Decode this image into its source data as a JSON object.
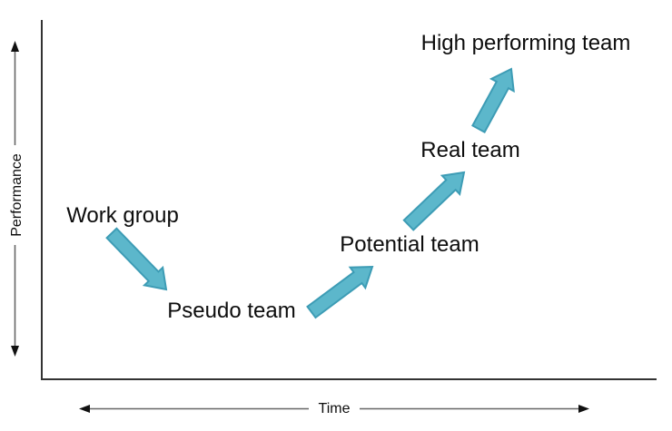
{
  "axes": {
    "y_label": "Performance",
    "x_label": "Time"
  },
  "stages": [
    {
      "id": "work-group",
      "label": "Work group"
    },
    {
      "id": "pseudo-team",
      "label": "Pseudo team"
    },
    {
      "id": "potential-team",
      "label": "Potential team"
    },
    {
      "id": "real-team",
      "label": "Real team"
    },
    {
      "id": "high-performing-team",
      "label": "High performing team"
    }
  ],
  "flow": [
    {
      "from": "Work group",
      "to": "Pseudo team",
      "trend": "down"
    },
    {
      "from": "Pseudo team",
      "to": "Potential team",
      "trend": "up"
    },
    {
      "from": "Potential team",
      "to": "Real team",
      "trend": "up"
    },
    {
      "from": "Real team",
      "to": "High performing team",
      "trend": "up"
    }
  ],
  "colors": {
    "arrow_fill": "#5CB7CB",
    "arrow_stroke": "#3D9CB5",
    "axis_line": "#333333",
    "guide_line": "#666666",
    "text": "#0d0d0d"
  }
}
